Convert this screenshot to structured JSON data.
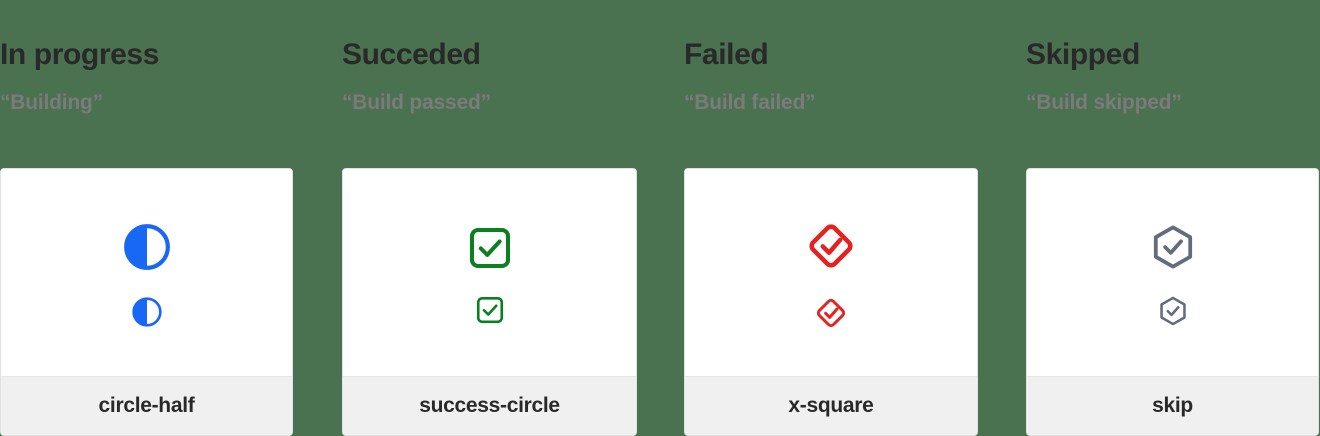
{
  "page": {
    "background_color": "#4a7150",
    "card_background": "#ffffff",
    "card_footer_background": "#f0f0f0",
    "heading_color": "#292929",
    "subtitle_color": "#7b7b7b"
  },
  "columns": [
    {
      "title": "In progress",
      "subtitle": "“Building”",
      "icon_name": "circle-half-icon",
      "icon_label": "circle-half",
      "icon_color": "#1868f5"
    },
    {
      "title": "Succeded",
      "subtitle": "“Build passed”",
      "icon_name": "success-circle-icon",
      "icon_label": "success-circle",
      "icon_color": "#0a8020"
    },
    {
      "title": "Failed",
      "subtitle": "“Build failed”",
      "icon_name": "x-square-icon",
      "icon_label": "x-square",
      "icon_color": "#e42320"
    },
    {
      "title": "Skipped",
      "subtitle": "“Build skipped”",
      "icon_name": "skip-icon",
      "icon_label": "skip",
      "icon_color": "#636b7e"
    }
  ]
}
